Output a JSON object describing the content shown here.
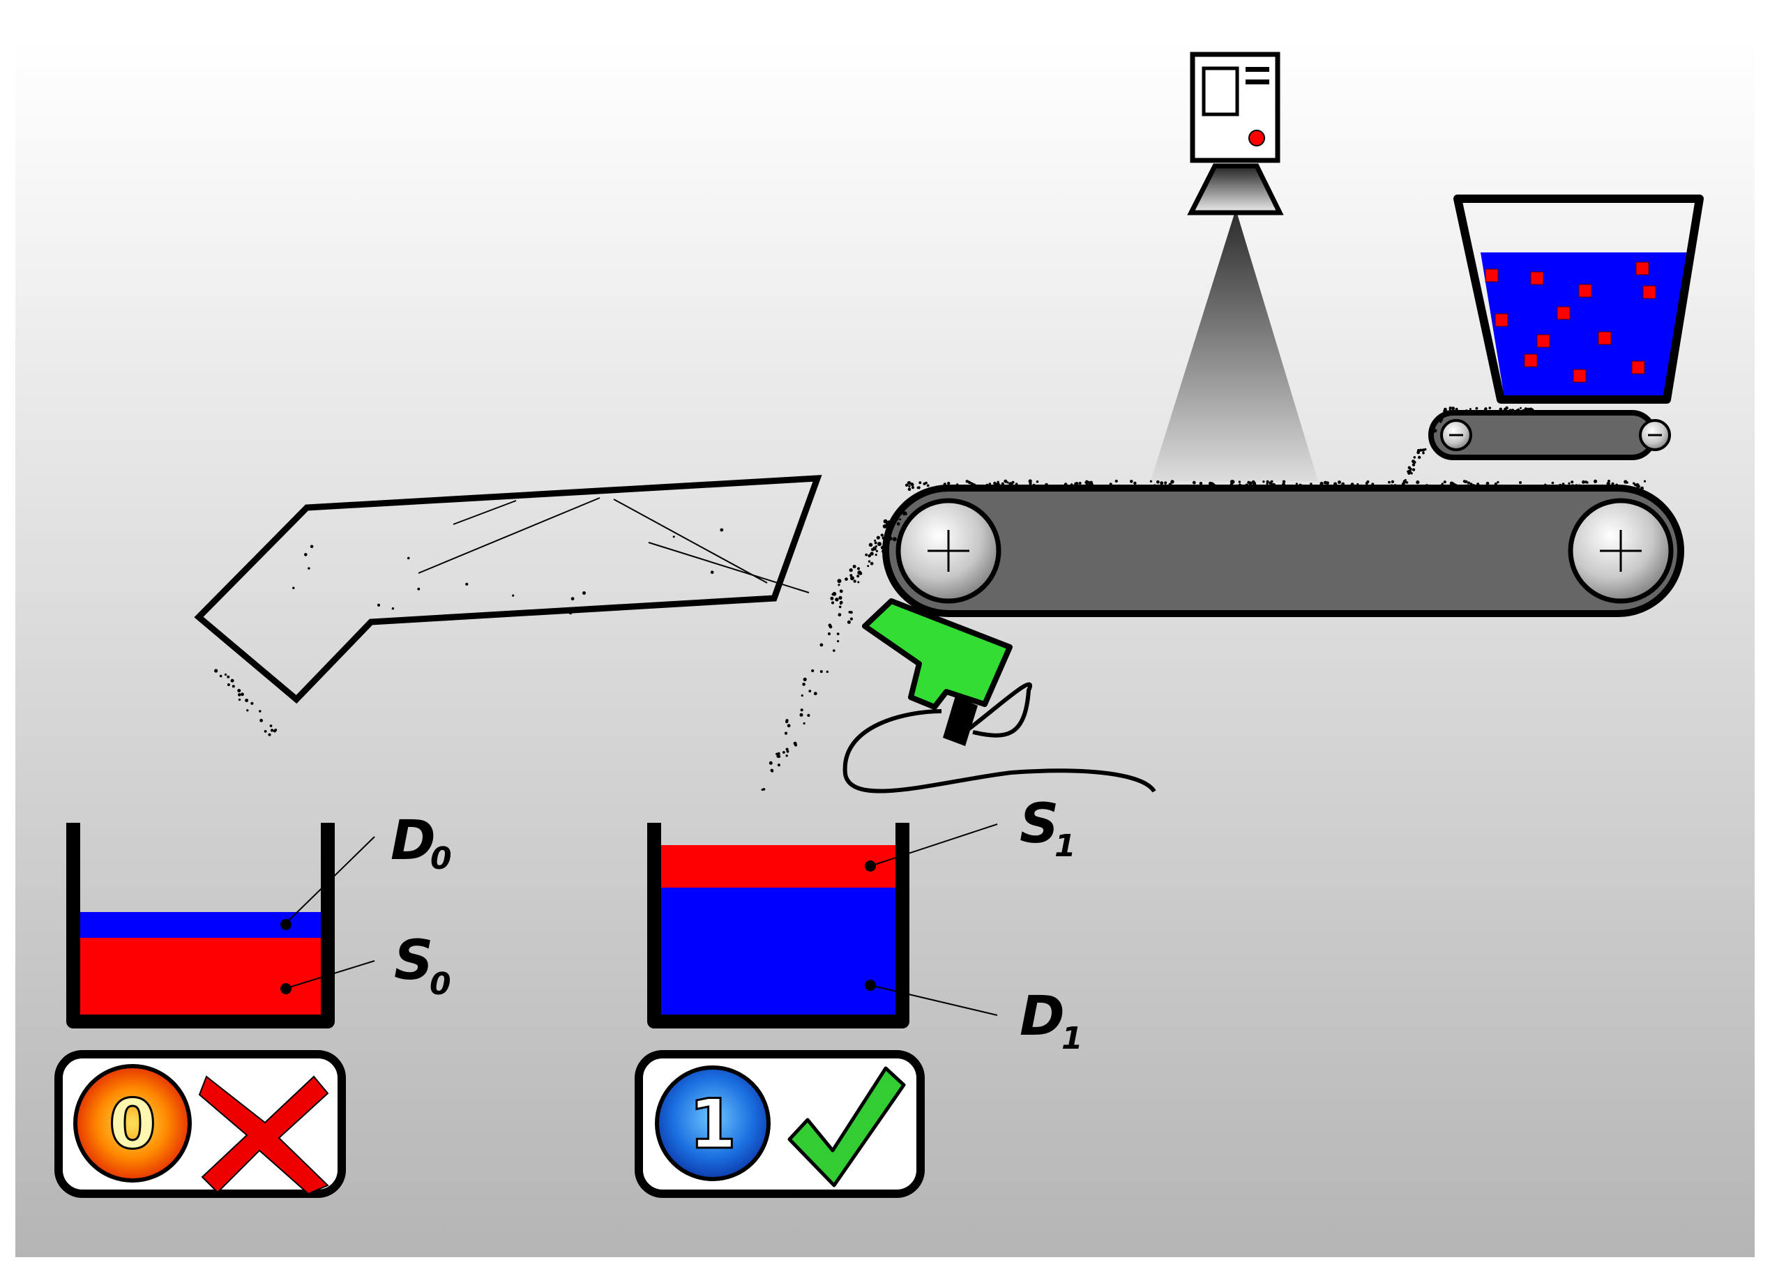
{
  "labels": {
    "d0": {
      "base": "D",
      "sub": "0"
    },
    "s0": {
      "base": "S",
      "sub": "0"
    },
    "s1": {
      "base": "S",
      "sub": "1"
    },
    "d1": {
      "base": "D",
      "sub": "1"
    }
  },
  "badges": {
    "reject": {
      "number": "0",
      "icon": "cross-icon"
    },
    "accept": {
      "number": "1",
      "icon": "checkmark-icon"
    }
  },
  "colors": {
    "red": "#ff0000",
    "blue": "#0000ff",
    "green": "#33cc33",
    "belt": "#666666",
    "background_top": "#ffffff",
    "background_bottom": "#b5b5b5"
  },
  "levels": {
    "left_bin": {
      "blue_layer_fraction": 0.13,
      "red_layer_fraction": 0.38
    },
    "right_bin": {
      "red_layer_fraction": 0.22,
      "blue_layer_fraction": 0.58
    }
  },
  "icons": [
    "camera-icon",
    "light-cone-icon",
    "hopper-icon",
    "conveyor-icon",
    "air-nozzle-icon",
    "chute-icon",
    "bin-icon",
    "cross-icon",
    "checkmark-icon"
  ]
}
